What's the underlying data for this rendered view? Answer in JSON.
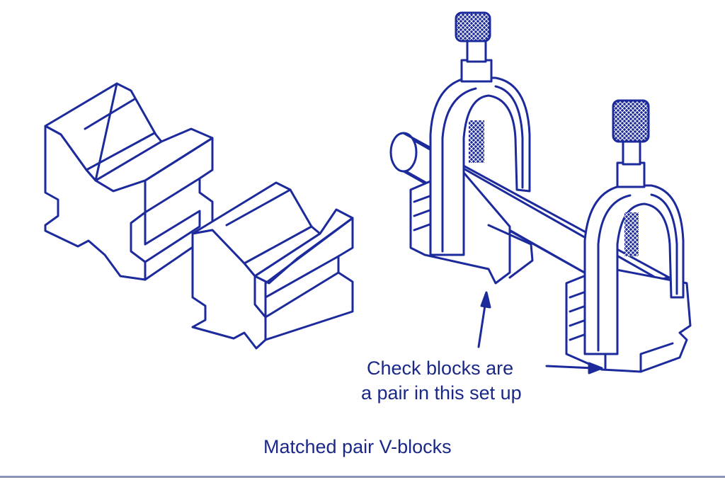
{
  "diagram": {
    "annotation_lines": [
      "Check blocks are",
      "a pair in this set up"
    ],
    "caption": "Matched pair V-blocks",
    "colors": {
      "ink": "#1c2a9c",
      "background": "#ffffff",
      "text": "#1a2888"
    }
  }
}
